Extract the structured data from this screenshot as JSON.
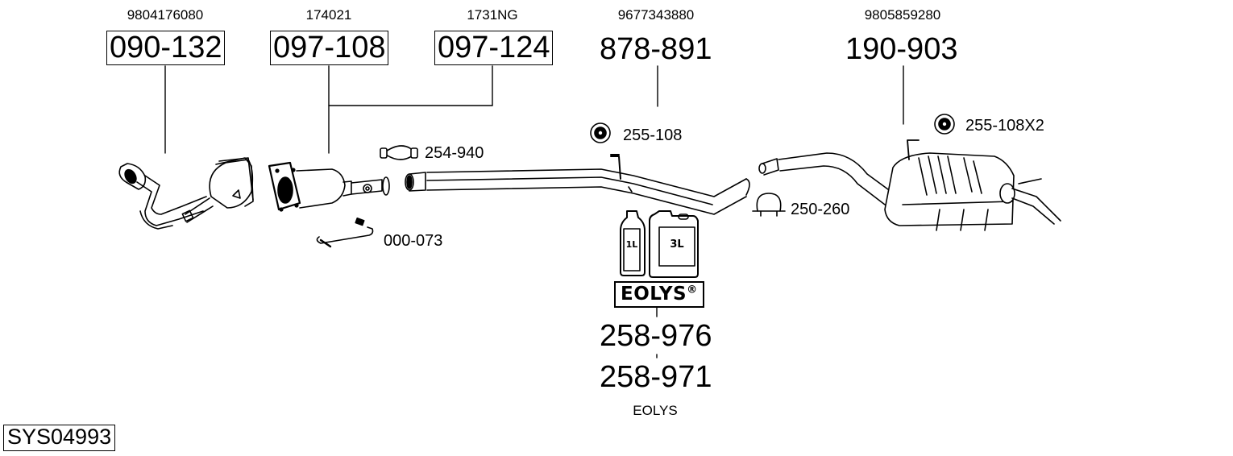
{
  "diagram_title": "Exhaust system diagram",
  "system_code": "SYS04993",
  "parts": [
    {
      "oe_number": "9804176080",
      "part_number": "090-132",
      "boxed": true,
      "component": "front catalytic converter with downpipe"
    },
    {
      "oe_number": "174021",
      "part_number": "097-108",
      "boxed": true,
      "component": "particulate filter / catalyst"
    },
    {
      "oe_number": "1731NG",
      "part_number": "097-124",
      "boxed": true,
      "component": "particulate filter / catalyst (alternative)"
    },
    {
      "oe_number": "9677343880",
      "part_number": "878-891",
      "boxed": false,
      "component": "intermediate pipe"
    },
    {
      "oe_number": "9805859280",
      "part_number": "190-903",
      "boxed": false,
      "component": "rear silencer"
    }
  ],
  "accessories": [
    {
      "part_number": "254-940",
      "icon": "exhaust-clamp-icon"
    },
    {
      "part_number": "000-073",
      "icon": "pressure-sensor-pipe-icon"
    },
    {
      "part_number": "255-108",
      "icon": "rubber-mount-icon"
    },
    {
      "part_number": "250-260",
      "icon": "u-bolt-clamp-icon"
    },
    {
      "part_number": "255-108X2",
      "icon": "rubber-mount-icon"
    }
  ],
  "additive": {
    "brand_label": "EOLYS",
    "registered_mark": "®",
    "bottles": [
      {
        "label": "1L"
      },
      {
        "label": "3L"
      }
    ],
    "part_numbers": [
      "258-976",
      "258-971"
    ],
    "caption": "EOLYS"
  }
}
